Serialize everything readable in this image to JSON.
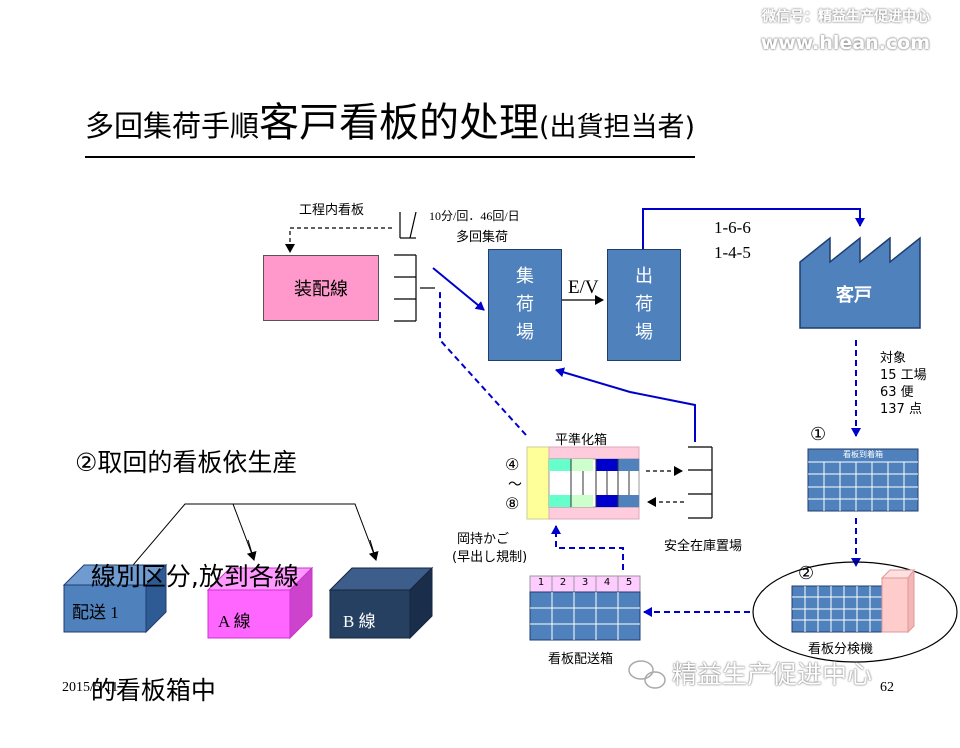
{
  "watermark": {
    "wechat": "微信号：精益生产促进中心",
    "site": "www.hlean.com",
    "footer_brand": "精益生产促进中心"
  },
  "title": {
    "part1": "多回集荷手順",
    "part2": "客戸看板的处理",
    "part3": "(出貨担当者)"
  },
  "labels": {
    "in_process_kanban": "工程内看板",
    "assembly_line": "装配線",
    "frequency": "10分/回．46回/日",
    "multi_pickup": "多回集荷",
    "collection_area": [
      "集",
      "荷",
      "場"
    ],
    "ev": "E/V",
    "shipping_area": [
      "出",
      "荷",
      "場"
    ],
    "route1": "1-6-6",
    "route2": "1-4-5",
    "customer": "客戸",
    "target_title": "対象",
    "target_factories": "15 工場",
    "target_shipments": "63 便",
    "target_points": "137 点",
    "circle_1": "①",
    "kanban_arrival_box": "看板到着箱",
    "leveling_box": "平準化箱",
    "circle_4": "④",
    "tilde": "～",
    "circle_8": "⑧",
    "okamochi_1": "岡持かご",
    "okamochi_2": "(早出し規制)",
    "safety_stock": "安全在庫置場",
    "circle_2": "②",
    "kanban_sorter": "看板分検機",
    "kanban_delivery_box": "看板配送箱",
    "delivery_cols": [
      "1",
      "2",
      "3",
      "4",
      "5"
    ]
  },
  "note": {
    "line1": "②取回的看板依生産",
    "line2": "  線別区分,放到各線",
    "line3": "  的看板箱中"
  },
  "boxes3d": {
    "delivery": "配送 1",
    "line_a": "A  線",
    "line_b": "B  線"
  },
  "colors": {
    "blue": "#4f81bd",
    "dark_blue": "#1f3d6e",
    "pink": "#ff99cc",
    "magenta": "#ff66ff",
    "navy": "#254061",
    "arrow_blue": "#0000cc",
    "yellow": "#ffff99",
    "teal": "#66ffcc"
  },
  "footer": {
    "date": "2015/5/11",
    "page": "62"
  }
}
